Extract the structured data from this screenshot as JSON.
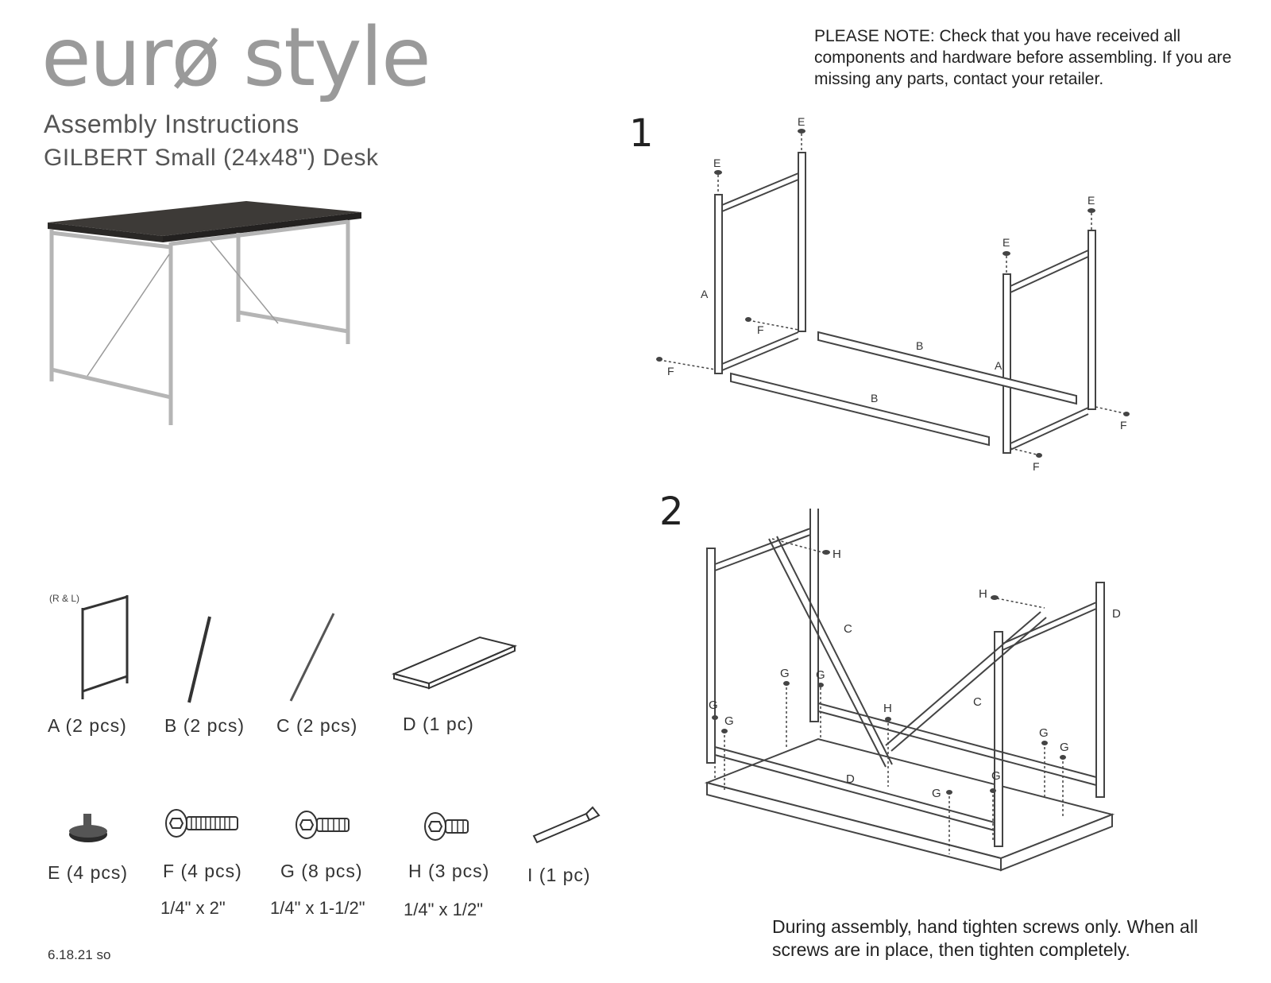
{
  "header": {
    "brand": "eurø style",
    "title": "Assembly  Instructions",
    "subtitle": "GILBERT Small (24x48\") Desk",
    "note": "PLEASE NOTE: Check that you have received all components and hardware before assembling. If you are missing any parts, contact your retailer."
  },
  "steps": {
    "one": "1",
    "two": "2"
  },
  "diagram_labels": {
    "a": "A",
    "b": "B",
    "c": "C",
    "d": "D",
    "e": "E",
    "f": "F",
    "g": "G",
    "h": "H"
  },
  "parts": {
    "a_note": "(R & L)",
    "items": [
      {
        "label": "A  (2 pcs)"
      },
      {
        "label": "B  (2 pcs)"
      },
      {
        "label": "C  (2 pcs)"
      },
      {
        "label": "D  (1 pc)"
      },
      {
        "label": "E  (4 pcs)"
      },
      {
        "label": "F  (4 pcs)",
        "size": "1/4\" x 2\""
      },
      {
        "label": "G  (8 pcs)",
        "size": "1/4\" x 1-1/2\""
      },
      {
        "label": "H (3 pcs)",
        "size": "1/4\" x 1/2\""
      },
      {
        "label": "I  (1 pc)"
      }
    ]
  },
  "footer": {
    "tip": "During assembly, hand tighten screws only. When all screws are in place, then tighten completely.",
    "revision": "6.18.21 so"
  }
}
